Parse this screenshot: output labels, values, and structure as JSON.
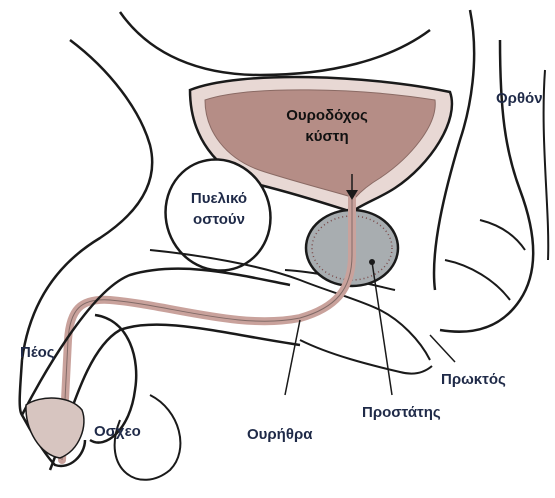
{
  "labels": {
    "bladder_line1": "Ουροδόχος",
    "bladder_line2": "κύστη",
    "rectum": "Ορθόν",
    "pelvic_bone_line1": "Πυελικό",
    "pelvic_bone_line2": "οστούν",
    "penis": "Πέος",
    "anus": "Πρωκτός",
    "prostate": "Προστάτης",
    "urethra": "Ουρήθρα",
    "scrotum": "Οσχεο"
  },
  "colors": {
    "bladder_fill": "#b58d86",
    "bladder_wall": "#e8d8d4",
    "prostate_fill": "#a8adb0",
    "urethra": "#c9a29c",
    "outline": "#1a1a1a",
    "label_text": "#1f2a48"
  }
}
